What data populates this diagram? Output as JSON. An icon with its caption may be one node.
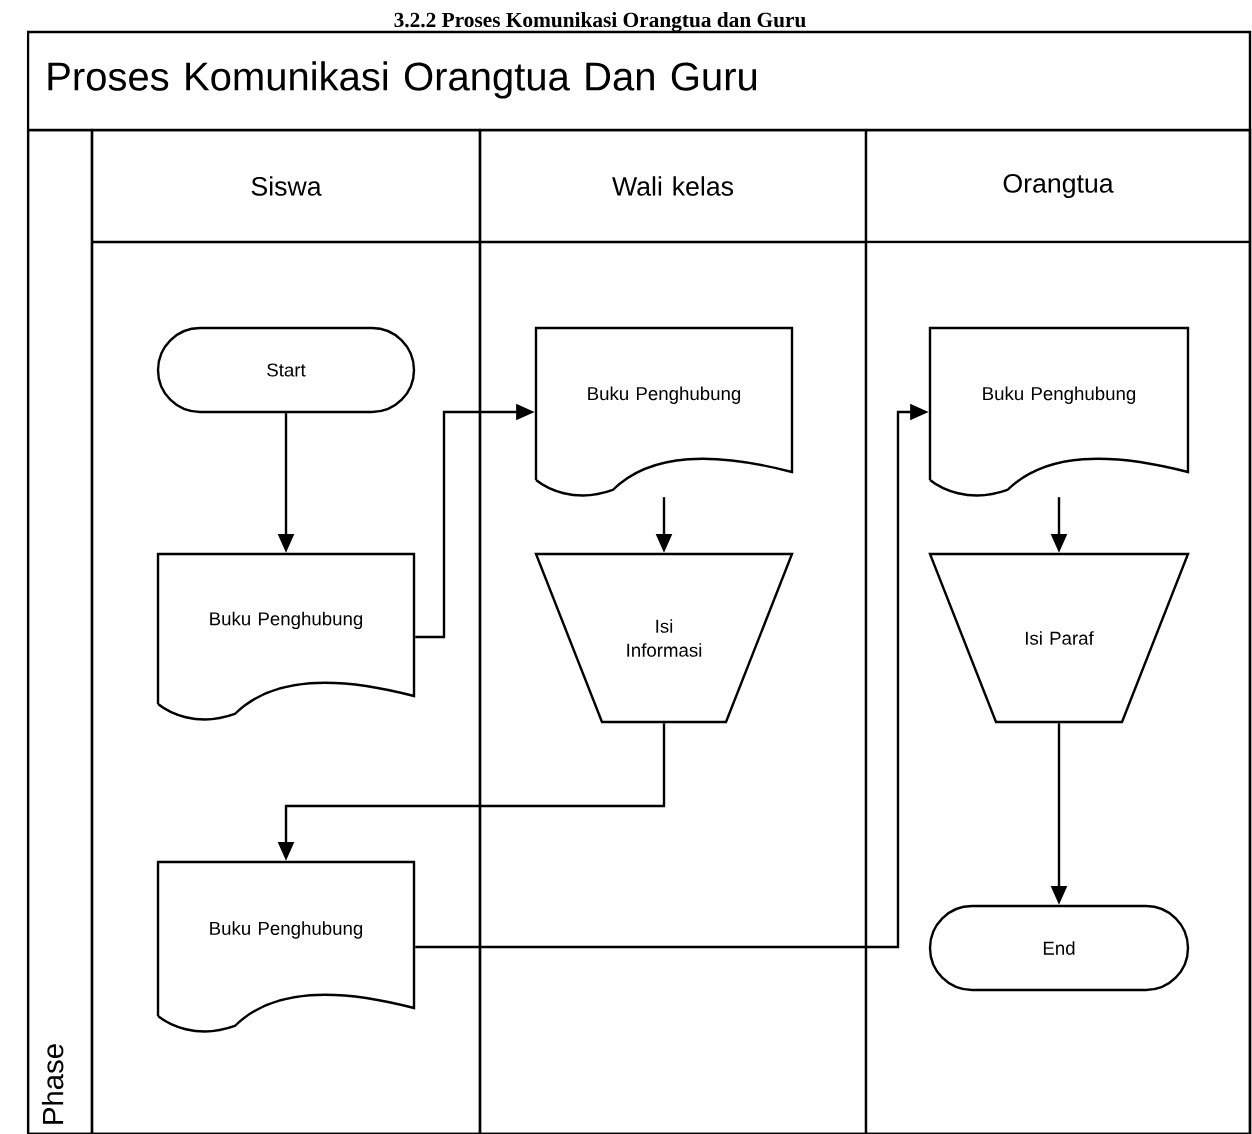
{
  "diagram": {
    "title": "3.2.2 Proses Komunikasi Orangtua dan Guru",
    "nodes": [
      {
        "text": [
          "Proses Komunikasi Orangtua Dan Guru"
        ]
      },
      {
        "text": [
          "Phase"
        ],
        "in": 0
      },
      {
        "text": [
          "Siswa"
        ],
        "in": 0
      },
      {
        "text": [
          "Wali kelas"
        ],
        "in": 0
      },
      {
        "text": [
          "Orangtua"
        ],
        "in": 0
      },
      {
        "text": [
          "Start"
        ],
        "in": 2
      },
      {
        "text": [
          "Buku Penghubung"
        ],
        "in": 2
      },
      {
        "text": [
          "Buku Penghubung"
        ],
        "in": 3
      },
      {
        "text": [
          "Isi Informasi"
        ],
        "in": 3
      },
      {
        "text": [
          "Buku Penghubung"
        ],
        "in": 2
      },
      {
        "text": [
          "Buku Penghubung"
        ],
        "in": 4
      },
      {
        "text": [
          "Isi Paraf"
        ],
        "in": 4
      },
      {
        "text": [
          "End"
        ],
        "in": 4
      }
    ],
    "edges": [
      {
        "from": 5,
        "to": 6,
        "arrow": "to"
      },
      {
        "from": 6,
        "to": 7,
        "arrow": "to"
      },
      {
        "from": 7,
        "to": 8,
        "arrow": "to"
      },
      {
        "from": 8,
        "to": 9,
        "arrow": "to"
      },
      {
        "from": 9,
        "to": 10,
        "arrow": "to"
      },
      {
        "from": 10,
        "to": 11,
        "arrow": "to"
      },
      {
        "from": 11,
        "to": 12,
        "arrow": "to"
      }
    ]
  }
}
